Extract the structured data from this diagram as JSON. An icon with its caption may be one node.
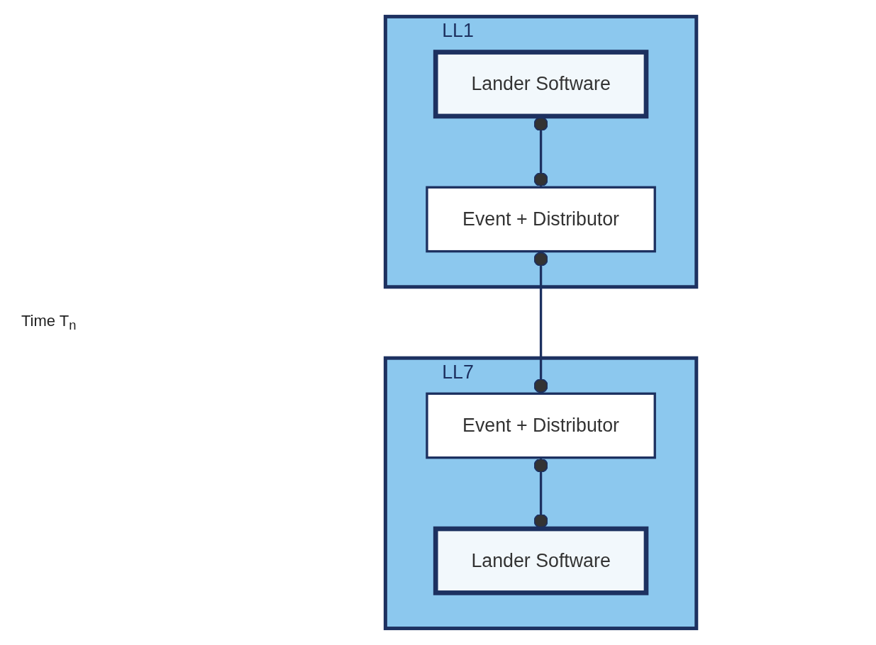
{
  "diagram": {
    "nodes": [
      {
        "text": [
          "LL1"
        ]
      },
      {
        "text": [
          "Lander Software"
        ],
        "in": 0
      },
      {
        "text": [
          "Event + Distributor"
        ],
        "in": 0
      },
      {
        "text": [
          "LL7"
        ]
      },
      {
        "text": [
          "Event + Distributor"
        ],
        "in": 3
      },
      {
        "text": [
          "Lander Software"
        ],
        "in": 3
      }
    ],
    "edges": [
      {
        "from": 1,
        "to": 2,
        "arrow": "other"
      },
      {
        "from": 2,
        "to": 4,
        "arrow": "other"
      },
      {
        "from": 4,
        "to": 5,
        "arrow": "other"
      }
    ],
    "labels": [
      "Time T$_{n}$"
    ]
  }
}
